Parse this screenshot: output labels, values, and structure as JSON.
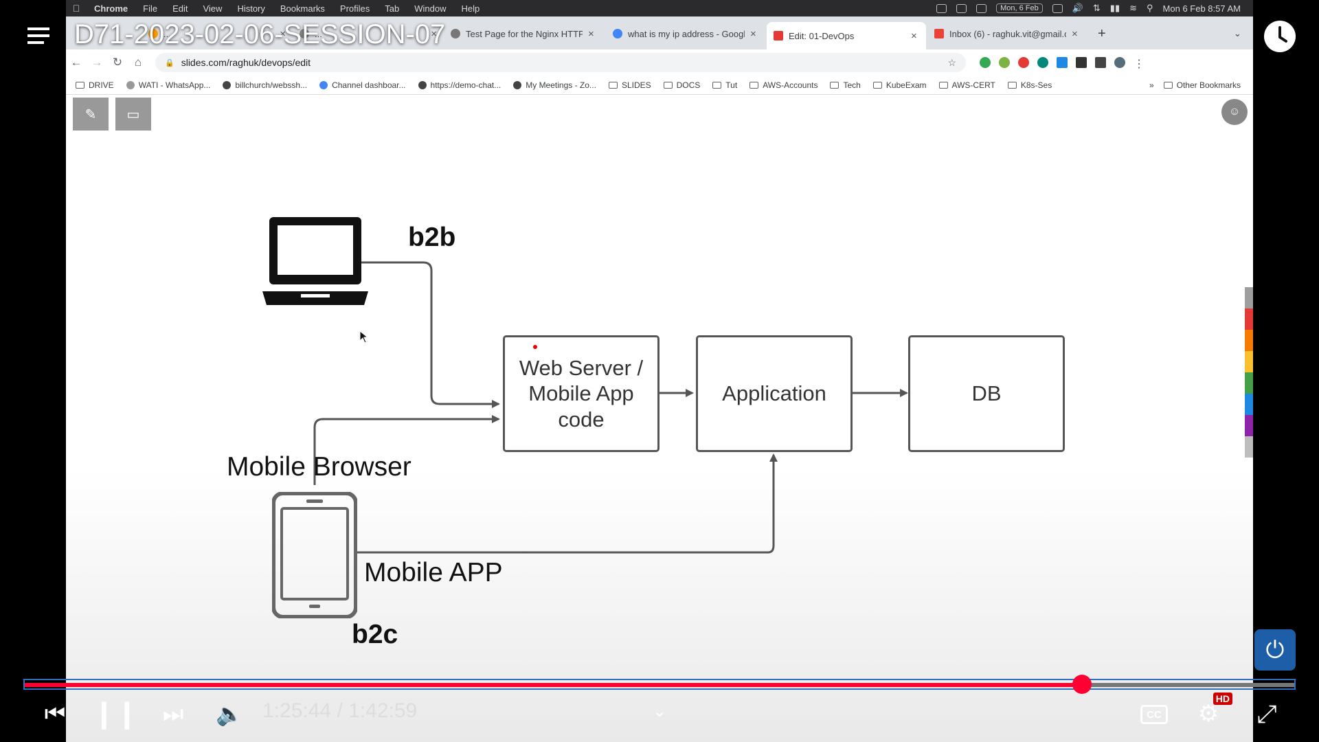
{
  "video": {
    "title": "D71-2023-02-06-SESSION-07",
    "time_current": "1:25:44",
    "time_total": "1:42:59",
    "time_separator": "/",
    "progress_fraction": 0.833,
    "hd_badge": "HD",
    "accent_color": "#ff0033"
  },
  "mac_menu": {
    "app": "Chrome",
    "items": [
      "File",
      "Edit",
      "View",
      "History",
      "Bookmarks",
      "Profiles",
      "Tab",
      "Window",
      "Help"
    ],
    "date_chip": "Mon, 6 Feb",
    "clock": "Mon 6 Feb  8:57 AM"
  },
  "browser": {
    "tabs": [
      {
        "label": "...",
        "icon": "aws-icon"
      },
      {
        "label": "...",
        "icon": "generic-icon"
      },
      {
        "label": "Test Page for the Nginx HTTP",
        "icon": "globe-icon"
      },
      {
        "label": "what is my ip address - Googl",
        "icon": "google-icon"
      },
      {
        "label": "Edit: 01-DevOps",
        "icon": "slides-icon"
      },
      {
        "label": "Inbox (6) - raghuk.vit@gmail.c",
        "icon": "gmail-icon"
      }
    ],
    "new_tab": "+",
    "url": "slides.com/raghuk/devops/edit",
    "bookmarks": [
      "DRIVE",
      "WATI - WhatsApp...",
      "billchurch/webssh...",
      "Channel dashboar...",
      "https://demo-chat...",
      "My Meetings - Zo...",
      "SLIDES",
      "DOCS",
      "Tut",
      "AWS-Accounts",
      "Tech",
      "KubeExam",
      "AWS-CERT",
      "K8s-Ses"
    ],
    "bookmarks_more": "»",
    "other_bookmarks": "Other Bookmarks"
  },
  "diagram": {
    "label_b2b": "b2b",
    "label_b2c": "b2c",
    "label_mobile_browser": "Mobile Browser",
    "label_mobile_app": "Mobile APP",
    "box_webserver": "Web Server / Mobile App code",
    "box_application": "Application",
    "box_db": "DB"
  },
  "palette_colors": [
    "#9e9e9e",
    "#e53935",
    "#f57c00",
    "#fbc02d",
    "#43a047",
    "#1e88e5",
    "#8e24aa",
    "#bdbdbd"
  ]
}
